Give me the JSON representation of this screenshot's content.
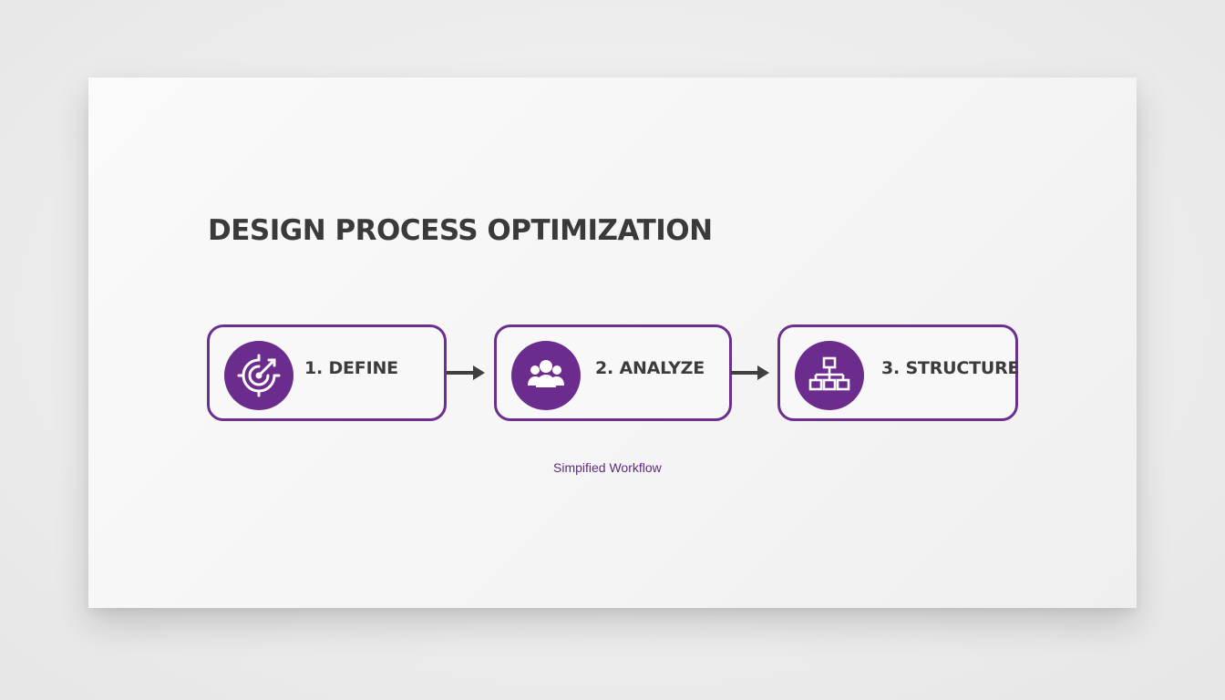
{
  "title": "DESIGN PROCESS OPTIMIZATION",
  "steps": [
    {
      "label": "1. DEFINE",
      "icon": "target-icon"
    },
    {
      "label": "2. ANALYZE",
      "icon": "users-icon"
    },
    {
      "label": "3. STRUCTURE",
      "icon": "hierarchy-icon"
    }
  ],
  "subtitle": "Simpified Workflow",
  "colors": {
    "accent": "#6c2c8e",
    "border": "#6b2f8f",
    "text": "#3a3a3a",
    "arrow": "#3f3f3f",
    "subtitle": "#5e2a80",
    "slide_background": "#f7f7f7"
  }
}
